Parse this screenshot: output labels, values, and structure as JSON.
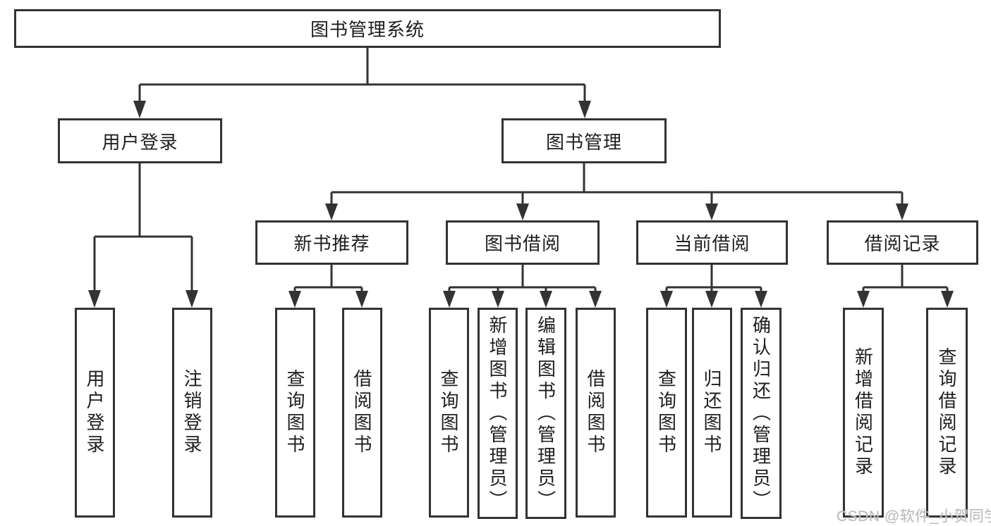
{
  "diagram_title": "图书管理系统",
  "tree": {
    "root": "图书管理系统",
    "children": [
      {
        "label": "用户登录",
        "children": [
          "用户登录",
          "注销登录"
        ]
      },
      {
        "label": "图书管理",
        "children": [
          {
            "label": "新书推荐",
            "children": [
              "查询图书",
              "借阅图书"
            ]
          },
          {
            "label": "图书借阅",
            "children": [
              "查询图书",
              "新增图书（管理员）",
              "编辑图书（管理员）",
              "借阅图书"
            ]
          },
          {
            "label": "当前借阅",
            "children": [
              "查询图书",
              "归还图书",
              "确认归还（管理员）"
            ]
          },
          {
            "label": "借阅记录",
            "children": [
              "新增借阅记录",
              "查询借阅记录"
            ]
          }
        ]
      }
    ]
  },
  "watermark": "CSDN @软件_小贺同学",
  "colors": {
    "line": "#333333",
    "box_border": "#333333",
    "text": "#1e1e1e",
    "background": "#ffffff",
    "watermark": "#b9b9b9"
  }
}
